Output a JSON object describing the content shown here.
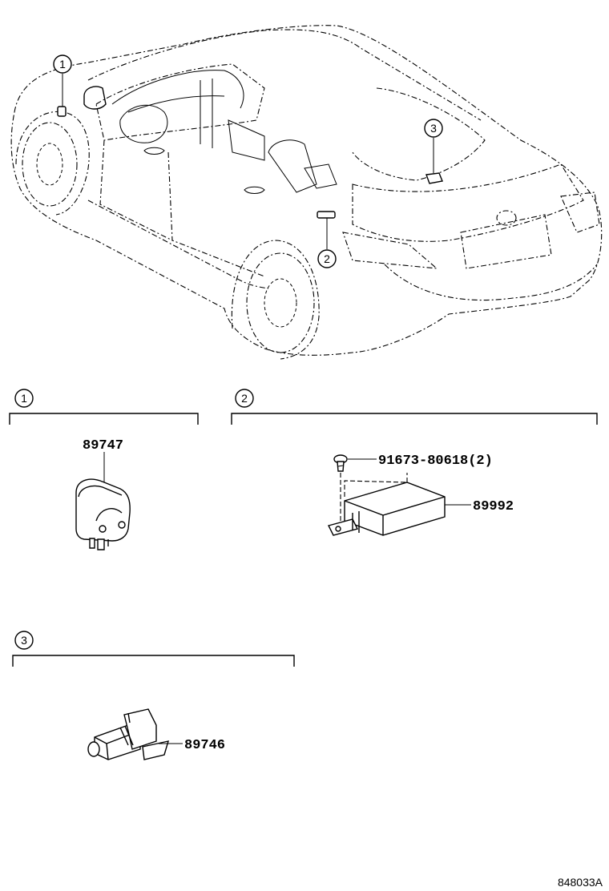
{
  "callouts": {
    "car_1": "1",
    "car_2": "2",
    "car_3": "3",
    "section_1": "1",
    "section_2": "2",
    "section_3": "3"
  },
  "parts": {
    "sensor_89747": "89747",
    "bolt": "91673-80618(2)",
    "module_89992": "89992",
    "sensor_89746": "89746"
  },
  "reference_code": "848033A"
}
